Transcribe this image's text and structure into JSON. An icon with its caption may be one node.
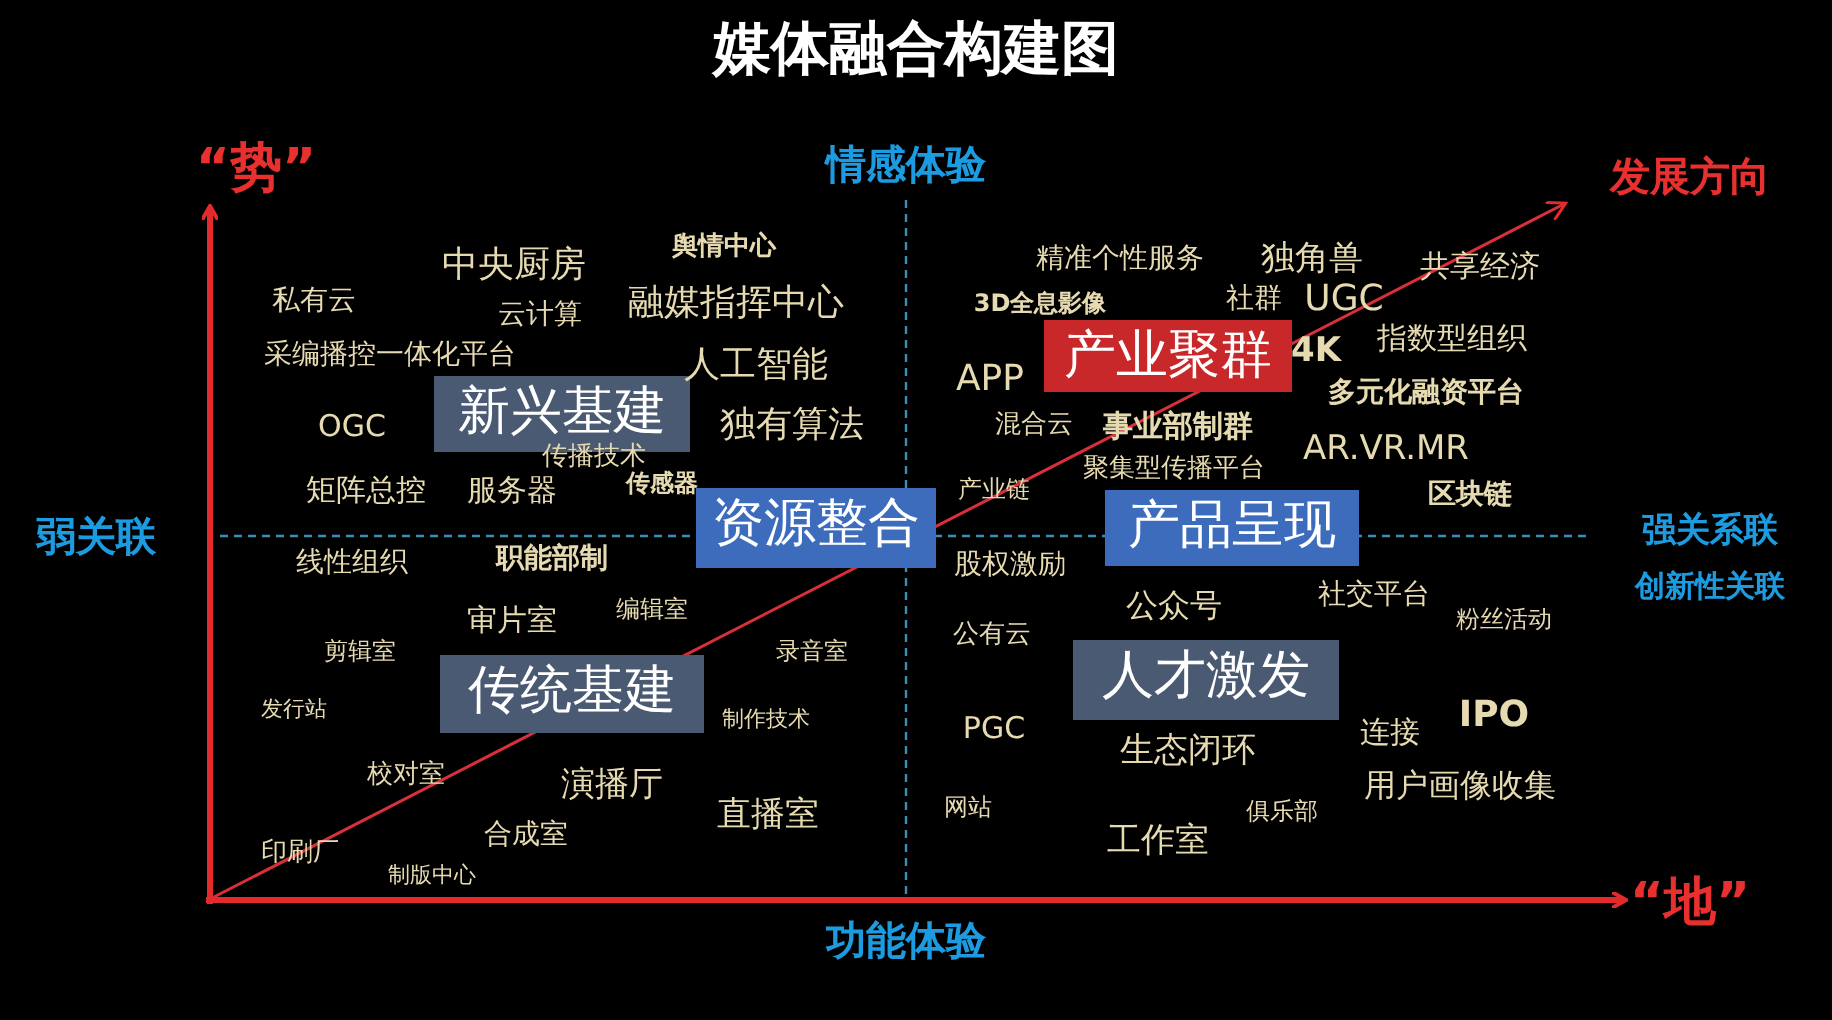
{
  "diagram": {
    "title": "媒体融合构建图",
    "nodes": [
      {
        "text": [
          "新兴基建"
        ]
      },
      {
        "text": [
          "产业聚群"
        ]
      },
      {
        "text": [
          "资源整合"
        ]
      },
      {
        "text": [
          "产品呈现"
        ]
      },
      {
        "text": [
          "传统基建"
        ]
      },
      {
        "text": [
          "人才激发"
        ]
      }
    ],
    "labels": [
      "“势”",
      "情感体验",
      "发展方向",
      "中央厨房",
      "舆情中心",
      "精准个性服务",
      "独角兽",
      "共享经济",
      "私有云",
      "云计算",
      "融媒指挥中心",
      "3D全息影像",
      "社群",
      "UGC",
      "采编播控一体化平台",
      "人工智能",
      "4K",
      "指数型组织",
      "APP",
      "多元化融资平台",
      "OGC",
      "独有算法",
      "传播技术",
      "混合云",
      "事业部制群",
      "AR.VR.MR",
      "矩阵总控",
      "服务器",
      "传感器",
      "产业链",
      "聚集型传播平台",
      "区块链",
      "弱关联",
      "强关系联",
      "创新性关联",
      "线性组织",
      "职能部制",
      "股权激励",
      "审片室",
      "编辑室",
      "公众号",
      "社交平台",
      "粉丝活动",
      "剪辑室",
      "录音室",
      "公有云",
      "发行站",
      "制作技术",
      "PGC",
      "连接",
      "IPO",
      "生态闭环",
      "校对室",
      "演播厅",
      "直播室",
      "用户画像收集",
      "网站",
      "俱乐部",
      "印刷厂",
      "合成室",
      "工作室",
      "制版中心",
      "“地”",
      "功能体验"
    ]
  }
}
